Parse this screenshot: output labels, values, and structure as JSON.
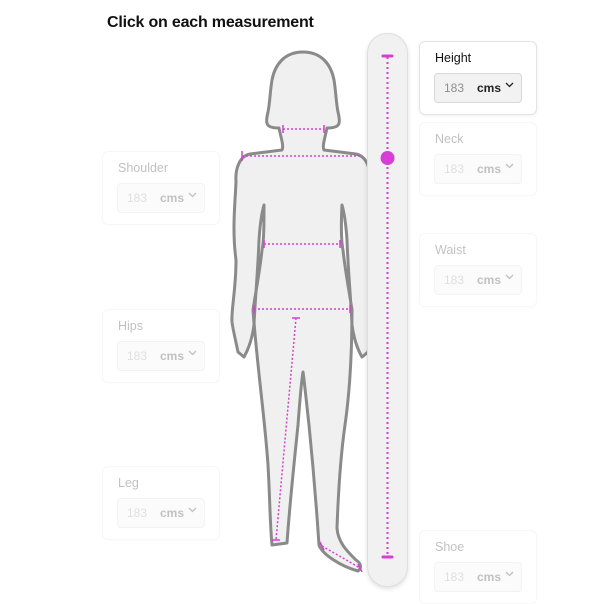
{
  "header": {
    "title": "Click on each measurement"
  },
  "colors": {
    "accent": "#d63fd3",
    "card_border": "#e3e3e3",
    "body_fill": "#f0f0f0",
    "body_stroke": "#8a8a8a"
  },
  "measurements": {
    "height": {
      "label": "Height",
      "value": "183",
      "unit": "cms",
      "active": true
    },
    "neck": {
      "label": "Neck",
      "value": "183",
      "unit": "cms",
      "active": false
    },
    "shoulder": {
      "label": "Shoulder",
      "value": "183",
      "unit": "cms",
      "active": false
    },
    "waist": {
      "label": "Waist",
      "value": "183",
      "unit": "cms",
      "active": false
    },
    "hips": {
      "label": "Hips",
      "value": "183",
      "unit": "cms",
      "active": false
    },
    "leg": {
      "label": "Leg",
      "value": "183",
      "unit": "cms",
      "active": false
    },
    "shoe": {
      "label": "Shoe",
      "value": "183",
      "unit": "cms",
      "active": false
    }
  },
  "icons": {
    "dropdown": "chevron-down-icon",
    "slider_handle": "slider-handle-icon"
  }
}
